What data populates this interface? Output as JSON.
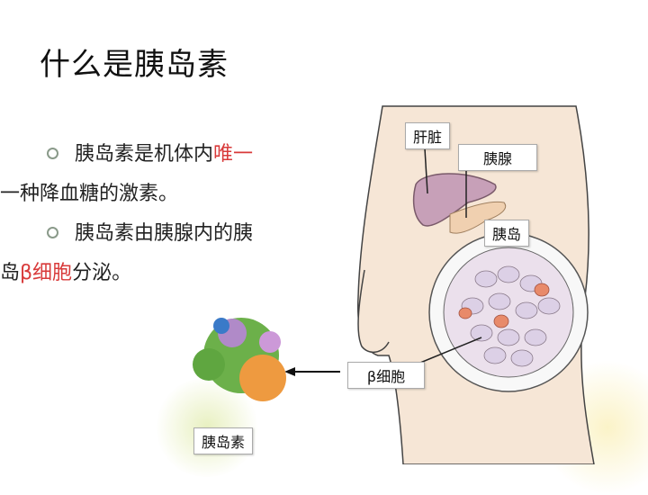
{
  "slide": {
    "title": "什么是胰岛素",
    "bullets": [
      {
        "pre": "胰岛素是机体内",
        "highlight": "唯一",
        "post": "",
        "line2": "一种降血糖的激素。"
      },
      {
        "pre": "胰岛素由胰腺内的胰",
        "highlight": "",
        "post": "",
        "line2_pre": "岛",
        "line2_highlight": "β细胞",
        "line2_post": "分泌。"
      }
    ],
    "colors": {
      "highlight": "#d83a3a",
      "text": "#222222",
      "bullet": "#8a9a8a"
    }
  },
  "diagram": {
    "labels": {
      "liver": "肝脏",
      "pancreas": "胰腺",
      "islet": "胰岛",
      "beta_cell": "β细胞",
      "insulin": "胰岛素"
    }
  }
}
